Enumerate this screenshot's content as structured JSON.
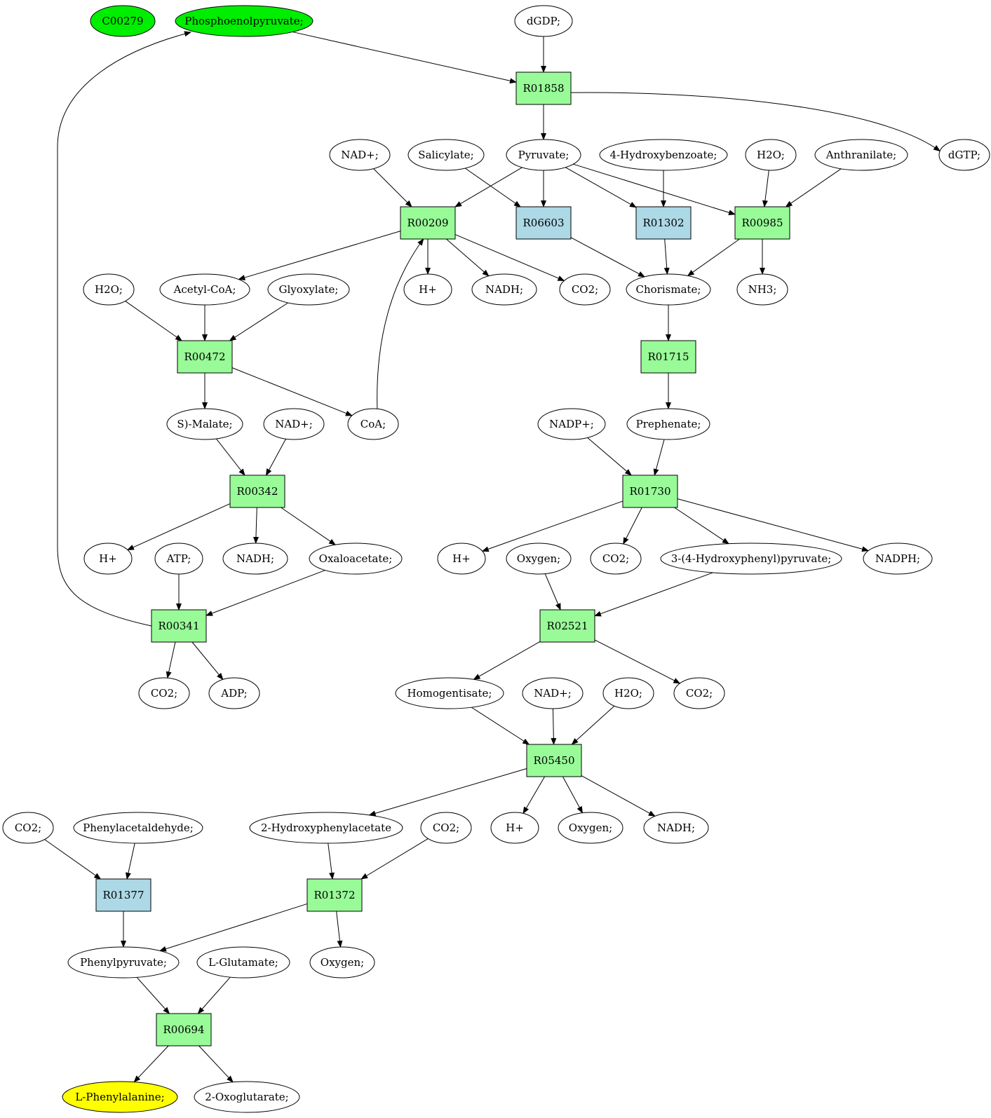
{
  "colors": {
    "reaction_default": "#98fb98",
    "reaction_alt": "#add8e6",
    "compound_default": "#ffffff",
    "compound_source": "#00ee00",
    "compound_target": "#ffff00",
    "stroke": "#000000"
  },
  "nodes": [
    {
      "id": "c_c00279",
      "label": "C00279",
      "kind": "compound",
      "fill": "source"
    },
    {
      "id": "c_pep",
      "label": "Phosphoenolpyruvate;",
      "kind": "compound",
      "fill": "source"
    },
    {
      "id": "c_dgdp",
      "label": "dGDP;",
      "kind": "compound"
    },
    {
      "id": "r_R01858",
      "label": "R01858",
      "kind": "reaction"
    },
    {
      "id": "c_dgtp",
      "label": "dGTP;",
      "kind": "compound"
    },
    {
      "id": "c_nadp1",
      "label": "NAD+;",
      "kind": "compound"
    },
    {
      "id": "c_salicylate",
      "label": "Salicylate;",
      "kind": "compound"
    },
    {
      "id": "c_pyruvate",
      "label": "Pyruvate;",
      "kind": "compound"
    },
    {
      "id": "c_4hb",
      "label": "4-Hydroxybenzoate;",
      "kind": "compound"
    },
    {
      "id": "c_h2o1",
      "label": "H2O;",
      "kind": "compound"
    },
    {
      "id": "c_anthranilate",
      "label": "Anthranilate;",
      "kind": "compound"
    },
    {
      "id": "r_R00209",
      "label": "R00209",
      "kind": "reaction"
    },
    {
      "id": "r_R06603",
      "label": "R06603",
      "kind": "reaction",
      "alt": true
    },
    {
      "id": "r_R01302",
      "label": "R01302",
      "kind": "reaction",
      "alt": true
    },
    {
      "id": "r_R00985",
      "label": "R00985",
      "kind": "reaction"
    },
    {
      "id": "c_h2o2",
      "label": "H2O;",
      "kind": "compound"
    },
    {
      "id": "c_acetylcoa",
      "label": "Acetyl-CoA;",
      "kind": "compound"
    },
    {
      "id": "c_glyoxylate",
      "label": "Glyoxylate;",
      "kind": "compound"
    },
    {
      "id": "c_hplus1",
      "label": "H+",
      "kind": "compound"
    },
    {
      "id": "c_nadh1",
      "label": "NADH;",
      "kind": "compound"
    },
    {
      "id": "c_co2a",
      "label": "CO2;",
      "kind": "compound"
    },
    {
      "id": "c_chorismate",
      "label": "Chorismate;",
      "kind": "compound"
    },
    {
      "id": "c_nh3",
      "label": "NH3;",
      "kind": "compound"
    },
    {
      "id": "r_R00472",
      "label": "R00472",
      "kind": "reaction"
    },
    {
      "id": "r_R01715",
      "label": "R01715",
      "kind": "reaction"
    },
    {
      "id": "c_smalate",
      "label": "S)-Malate;",
      "kind": "compound"
    },
    {
      "id": "c_nadp2",
      "label": "NAD+;",
      "kind": "compound"
    },
    {
      "id": "c_coa",
      "label": "CoA;",
      "kind": "compound"
    },
    {
      "id": "c_nadpplus",
      "label": "NADP+;",
      "kind": "compound"
    },
    {
      "id": "c_prephenate",
      "label": "Prephenate;",
      "kind": "compound"
    },
    {
      "id": "r_R00342",
      "label": "R00342",
      "kind": "reaction"
    },
    {
      "id": "r_R01730",
      "label": "R01730",
      "kind": "reaction"
    },
    {
      "id": "c_hplus2",
      "label": "H+",
      "kind": "compound"
    },
    {
      "id": "c_atp",
      "label": "ATP;",
      "kind": "compound"
    },
    {
      "id": "c_nadh2",
      "label": "NADH;",
      "kind": "compound"
    },
    {
      "id": "c_oxaloacetate",
      "label": "Oxaloacetate;",
      "kind": "compound"
    },
    {
      "id": "c_hplus3",
      "label": "H+",
      "kind": "compound"
    },
    {
      "id": "c_oxygen1",
      "label": "Oxygen;",
      "kind": "compound"
    },
    {
      "id": "c_co2b",
      "label": "CO2;",
      "kind": "compound"
    },
    {
      "id": "c_4hpp",
      "label": "3-(4-Hydroxyphenyl)pyruvate;",
      "kind": "compound"
    },
    {
      "id": "c_nadph",
      "label": "NADPH;",
      "kind": "compound"
    },
    {
      "id": "r_R00341",
      "label": "R00341",
      "kind": "reaction"
    },
    {
      "id": "r_R02521",
      "label": "R02521",
      "kind": "reaction"
    },
    {
      "id": "c_co2c",
      "label": "CO2;",
      "kind": "compound"
    },
    {
      "id": "c_adp",
      "label": "ADP;",
      "kind": "compound"
    },
    {
      "id": "c_homogentisate",
      "label": "Homogentisate;",
      "kind": "compound"
    },
    {
      "id": "c_nadp3",
      "label": "NAD+;",
      "kind": "compound"
    },
    {
      "id": "c_h2o3",
      "label": "H2O;",
      "kind": "compound"
    },
    {
      "id": "c_co2d",
      "label": "CO2;",
      "kind": "compound"
    },
    {
      "id": "r_R05450",
      "label": "R05450",
      "kind": "reaction"
    },
    {
      "id": "c_co2e",
      "label": "CO2;",
      "kind": "compound"
    },
    {
      "id": "c_phenylacetaldehyde",
      "label": "Phenylacetaldehyde;",
      "kind": "compound"
    },
    {
      "id": "c_2hpa",
      "label": "2-Hydroxyphenylacetate",
      "kind": "compound"
    },
    {
      "id": "c_co2f",
      "label": "CO2;",
      "kind": "compound"
    },
    {
      "id": "c_hplus4",
      "label": "H+",
      "kind": "compound"
    },
    {
      "id": "c_oxygen2",
      "label": "Oxygen;",
      "kind": "compound"
    },
    {
      "id": "c_nadh3",
      "label": "NADH;",
      "kind": "compound"
    },
    {
      "id": "r_R01377",
      "label": "R01377",
      "kind": "reaction",
      "alt": true
    },
    {
      "id": "r_R01372",
      "label": "R01372",
      "kind": "reaction"
    },
    {
      "id": "c_phenylpyruvate",
      "label": "Phenylpyruvate;",
      "kind": "compound"
    },
    {
      "id": "c_lglutamate",
      "label": "L-Glutamate;",
      "kind": "compound"
    },
    {
      "id": "c_oxygen3",
      "label": "Oxygen;",
      "kind": "compound"
    },
    {
      "id": "r_R00694",
      "label": "R00694",
      "kind": "reaction"
    },
    {
      "id": "c_lphe",
      "label": "L-Phenylalanine;",
      "kind": "compound",
      "fill": "target"
    },
    {
      "id": "c_2og",
      "label": "2-Oxoglutarate;",
      "kind": "compound"
    }
  ],
  "edges": [
    [
      "c_pep",
      "r_R01858"
    ],
    [
      "c_dgdp",
      "r_R01858"
    ],
    [
      "r_R01858",
      "c_pyruvate"
    ],
    [
      "r_R01858",
      "c_dgtp"
    ],
    [
      "c_nadp1",
      "r_R00209"
    ],
    [
      "c_pyruvate",
      "r_R00209"
    ],
    [
      "c_salicylate",
      "r_R06603"
    ],
    [
      "c_pyruvate",
      "r_R06603"
    ],
    [
      "c_pyruvate",
      "r_R01302"
    ],
    [
      "c_4hb",
      "r_R01302"
    ],
    [
      "c_pyruvate",
      "r_R00985"
    ],
    [
      "c_h2o1",
      "r_R00985"
    ],
    [
      "c_anthranilate",
      "r_R00985"
    ],
    [
      "r_R00209",
      "c_acetylcoa"
    ],
    [
      "r_R00209",
      "c_hplus1"
    ],
    [
      "r_R00209",
      "c_nadh1"
    ],
    [
      "r_R00209",
      "c_co2a"
    ],
    [
      "r_R06603",
      "c_chorismate"
    ],
    [
      "r_R01302",
      "c_chorismate"
    ],
    [
      "r_R00985",
      "c_chorismate"
    ],
    [
      "r_R00985",
      "c_nh3"
    ],
    [
      "c_h2o2",
      "r_R00472"
    ],
    [
      "c_acetylcoa",
      "r_R00472"
    ],
    [
      "c_glyoxylate",
      "r_R00472"
    ],
    [
      "c_chorismate",
      "r_R01715"
    ],
    [
      "r_R00472",
      "c_smalate"
    ],
    [
      "r_R00472",
      "c_coa"
    ],
    [
      "c_coa",
      "r_R00209"
    ],
    [
      "r_R01715",
      "c_prephenate"
    ],
    [
      "c_smalate",
      "r_R00342"
    ],
    [
      "c_nadp2",
      "r_R00342"
    ],
    [
      "c_nadpplus",
      "r_R01730"
    ],
    [
      "c_prephenate",
      "r_R01730"
    ],
    [
      "r_R00342",
      "c_hplus2"
    ],
    [
      "r_R00342",
      "c_nadh2"
    ],
    [
      "r_R00342",
      "c_oxaloacetate"
    ],
    [
      "r_R01730",
      "c_hplus3"
    ],
    [
      "r_R01730",
      "c_co2b"
    ],
    [
      "r_R01730",
      "c_4hpp"
    ],
    [
      "r_R01730",
      "c_nadph"
    ],
    [
      "c_atp",
      "r_R00341"
    ],
    [
      "c_oxaloacetate",
      "r_R00341"
    ],
    [
      "r_R00341",
      "c_pep"
    ],
    [
      "c_oxygen1",
      "r_R02521"
    ],
    [
      "c_4hpp",
      "r_R02521"
    ],
    [
      "r_R00341",
      "c_co2c"
    ],
    [
      "r_R00341",
      "c_adp"
    ],
    [
      "r_R02521",
      "c_homogentisate"
    ],
    [
      "r_R02521",
      "c_co2d"
    ],
    [
      "c_homogentisate",
      "r_R05450"
    ],
    [
      "c_nadp3",
      "r_R05450"
    ],
    [
      "c_h2o3",
      "r_R05450"
    ],
    [
      "r_R05450",
      "c_2hpa"
    ],
    [
      "r_R05450",
      "c_hplus4"
    ],
    [
      "r_R05450",
      "c_oxygen2"
    ],
    [
      "r_R05450",
      "c_nadh3"
    ],
    [
      "c_co2e",
      "r_R01377"
    ],
    [
      "c_phenylacetaldehyde",
      "r_R01377"
    ],
    [
      "c_2hpa",
      "r_R01372"
    ],
    [
      "c_co2f",
      "r_R01372"
    ],
    [
      "r_R01377",
      "c_phenylpyruvate"
    ],
    [
      "r_R01372",
      "c_phenylpyruvate"
    ],
    [
      "r_R01372",
      "c_oxygen3"
    ],
    [
      "c_phenylpyruvate",
      "r_R00694"
    ],
    [
      "c_lglutamate",
      "r_R00694"
    ],
    [
      "r_R00694",
      "c_lphe"
    ],
    [
      "r_R00694",
      "c_2og"
    ]
  ]
}
